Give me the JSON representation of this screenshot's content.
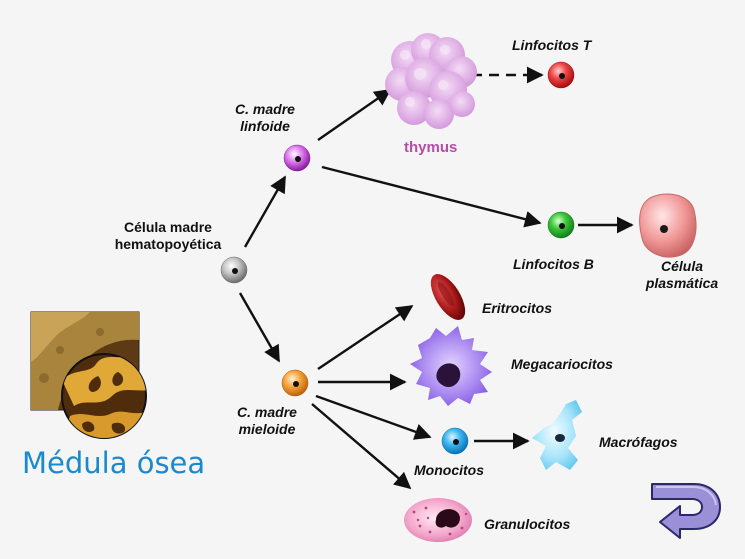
{
  "labels": {
    "stem_cell_line1": "Célula madre",
    "stem_cell_line2": "hematopoyética",
    "lymphoid_line1": "C. madre",
    "lymphoid_line2": "linfoide",
    "myeloid_line1": "C. madre",
    "myeloid_line2": "mieloide",
    "thymus": "thymus",
    "t_lymphocytes": "Linfocitos T",
    "b_lymphocytes": "Linfocitos B",
    "plasma_cell_line1": "Célula",
    "plasma_cell_line2": "plasmática",
    "erythrocytes": "Eritrocitos",
    "megakaryocytes": "Megacariocitos",
    "monocytes": "Monocitos",
    "macrophages": "Macrófagos",
    "granulocytes": "Granulocitos",
    "bone_marrow": "Médula ósea"
  },
  "colors": {
    "title": "#1a8ad0",
    "thymus_text": "#b84ca8",
    "stem_cell": "#9a9a9a",
    "lymphoid_cell": "#c03ad0",
    "myeloid_cell": "#f08a1c",
    "t_cell": "#e82020",
    "b_cell": "#26b02a",
    "monocyte": "#1aa0e0",
    "back_button": "#9b8fd8"
  },
  "icons": {
    "back_button": "return-arrow-icon"
  }
}
